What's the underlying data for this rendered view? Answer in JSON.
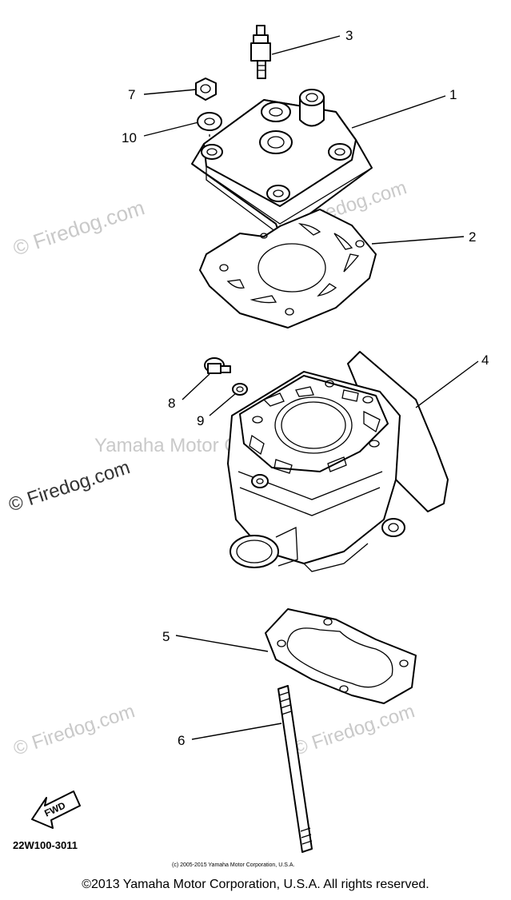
{
  "watermarks": {
    "firedog": "© Firedog.com",
    "yamaha": "Yamaha Motor Corporation"
  },
  "callouts": [
    "1",
    "2",
    "3",
    "4",
    "5",
    "6",
    "7",
    "8",
    "9",
    "10"
  ],
  "direction_label": "FWD",
  "diagram_number": "22W100-3011",
  "small_copyright": "(c) 2005-2015 Yamaha Motor Corporation, U.S.A.",
  "copyright": "©2013 Yamaha Motor Corporation, U.S.A. All rights reserved."
}
